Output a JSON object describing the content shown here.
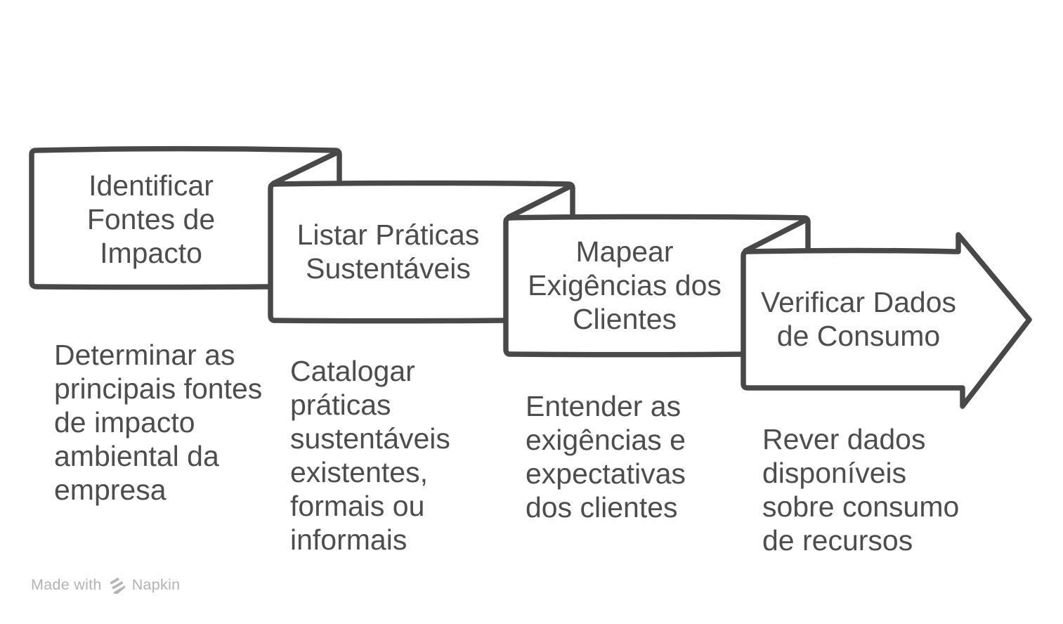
{
  "colors": {
    "background": "#ffffff",
    "shape_fill": "#ffffff",
    "shape_stroke": "#484848",
    "text": "#4d4d4d",
    "watermark": "#b3b3b3"
  },
  "diagram": {
    "type": "horizontal-step-flow",
    "step_count": 4
  },
  "steps": [
    {
      "title": "Identificar\nFontes de\nImpacto",
      "description": "Determinar as\nprincipais fontes\nde impacto\nambiental da\nempresa"
    },
    {
      "title": "Listar Práticas\nSustentáveis",
      "description": "Catalogar\npráticas\nsustentáveis\nexistentes,\nformais ou\ninformais"
    },
    {
      "title": "Mapear\nExigências dos\nClientes",
      "description": "Entender as\nexigências e\nexpectativas\ndos clientes"
    },
    {
      "title": "Verificar Dados\nde Consumo",
      "description": "Rever dados\ndisponíveis\nsobre consumo\nde recursos"
    }
  ],
  "watermark": {
    "prefix": "Made with",
    "brand": "Napkin"
  }
}
